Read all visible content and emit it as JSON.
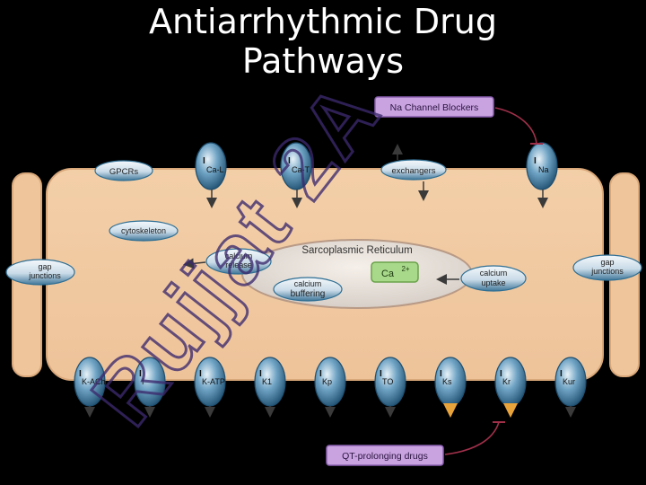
{
  "title": {
    "line1": "Antiarrhythmic Drug",
    "line2": "Pathways"
  },
  "watermark": "Rujjat 2A",
  "callouts": {
    "top": "Na Channel Blockers",
    "bottom": "QT-prolonging drugs"
  },
  "top_channels": [
    {
      "main": "I",
      "sub": "Ca-L"
    },
    {
      "main": "I",
      "sub": "Ca-T"
    },
    {
      "main": "I",
      "sub": "Na"
    }
  ],
  "top_pills": {
    "gpcrs": "GPCRs",
    "exchangers": "exchangers"
  },
  "cytoskeleton": "cytoskeleton",
  "gap_left": [
    "gap",
    "junctions"
  ],
  "gap_right": [
    "gap",
    "junctions"
  ],
  "sr": {
    "title": "Sarcoplasmic Reticulum",
    "ca": "Ca",
    "ca_sup": "2+",
    "release": [
      "calcium",
      "release"
    ],
    "buffering": [
      "calcium",
      "buffering"
    ],
    "uptake": [
      "calcium",
      "uptake"
    ]
  },
  "bottom_channels": [
    {
      "main": "I",
      "sub": "K-ACh",
      "marked": false
    },
    {
      "main": "I",
      "sub": "f",
      "marked": false
    },
    {
      "main": "I",
      "sub": "K-ATP",
      "marked": false
    },
    {
      "main": "I",
      "sub": "K1",
      "marked": false
    },
    {
      "main": "I",
      "sub": "Kp",
      "marked": false
    },
    {
      "main": "I",
      "sub": "TO",
      "marked": false
    },
    {
      "main": "I",
      "sub": "Ks",
      "marked": true
    },
    {
      "main": "I",
      "sub": "Kr",
      "marked": true
    },
    {
      "main": "I",
      "sub": "Kur",
      "marked": false
    }
  ],
  "colors": {
    "cell": "#f0c9a0",
    "cell_edge": "#d9a87a",
    "channel": "#2f6f94",
    "pill_light": "#dce8f1",
    "callout": "#c9a3e0",
    "callout_arrow": "#a0304a",
    "ca_box": "#a8d88a",
    "marker": "#e8a33a",
    "watermark": "#3c2a6e"
  }
}
